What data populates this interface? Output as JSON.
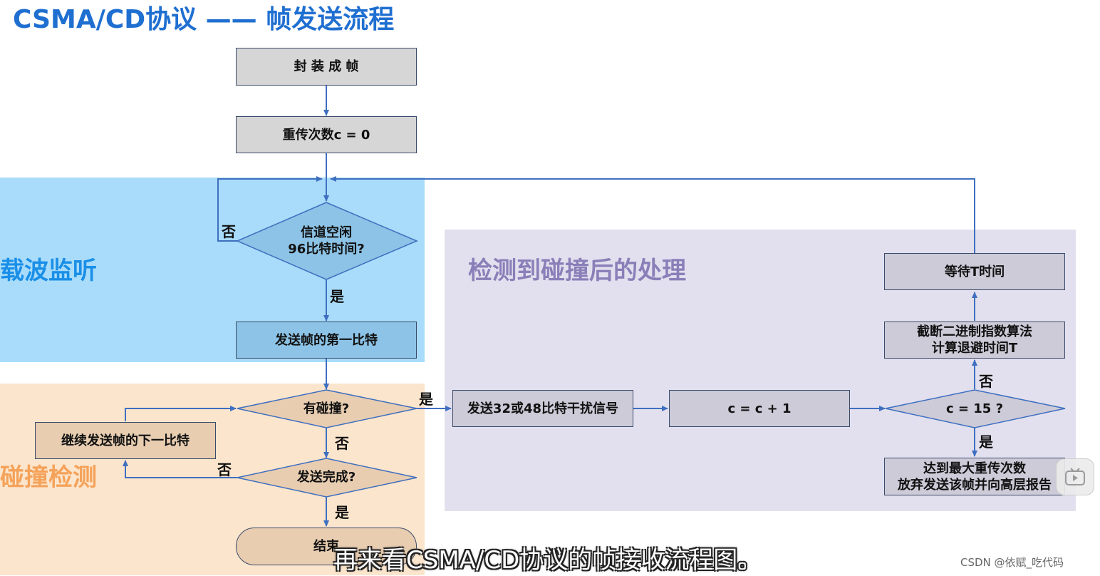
{
  "title": "CSMA/CD协议 —— 帧发送流程",
  "regions": {
    "carrier": "载波监听",
    "collision": "碰撞检测",
    "after": "检测到碰撞后的处理"
  },
  "nodes": {
    "encapsulate": "封 装 成 帧",
    "init_counter": "重传次数c = 0",
    "channel_idle": "信道空闲\n96比特时间?",
    "send_first_bit": "发送帧的第一比特",
    "collision_q": "有碰撞?",
    "continue_send": "继续发送帧的下一比特",
    "send_done_q": "发送完成?",
    "end": "结束",
    "jam_signal": "发送32或48比特干扰信号",
    "increment": "c = c + 1",
    "c15_q": "c = 15 ?",
    "backoff": "截断二进制指数算法\n计算退避时间T",
    "wait_t": "等待T时间",
    "give_up": "达到最大重传次数\n放弃发送该帧并向高层报告"
  },
  "labels": {
    "yes": "是",
    "no": "否"
  },
  "subtitle": "再来看CSMA/CD协议的帧接收流程图。",
  "watermark": "CSDN @依赋_吃代码",
  "icons": {
    "player": "play-icon"
  },
  "colors": {
    "title": "#1f6fd1",
    "carrier_region": "#a9dcfa",
    "collision_region": "#fbe5cc",
    "after_region": "#e2e0ee",
    "arrow": "#3f6fc0"
  }
}
